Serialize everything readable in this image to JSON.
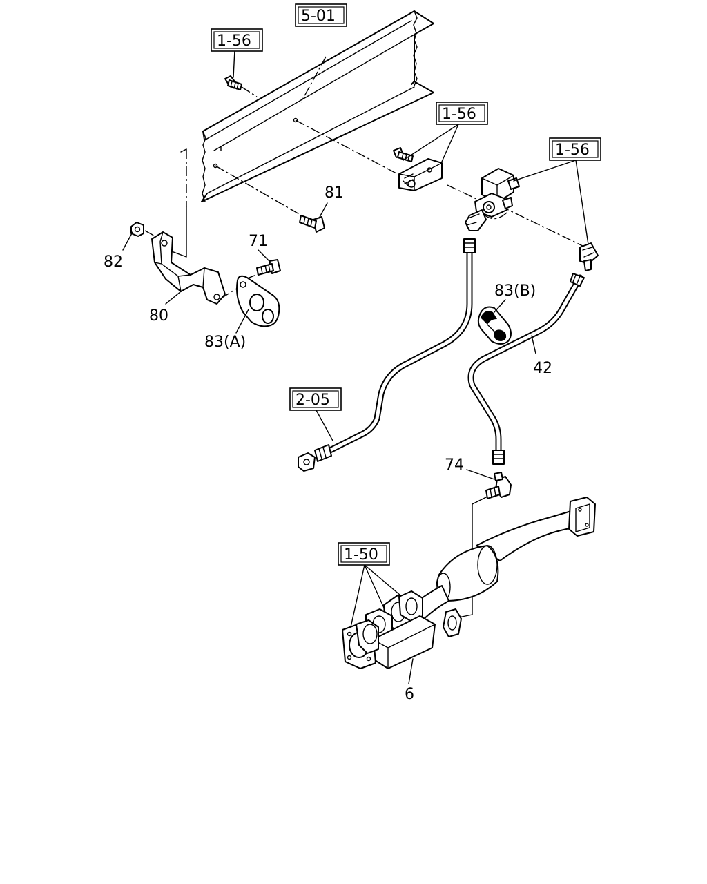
{
  "references": {
    "frame": "5-01",
    "bolt_top": "1-56",
    "bracket_mid": "1-56",
    "valve_right": "1-56",
    "hose_ref": "2-05",
    "exhaust_ref": "1-50"
  },
  "parts": {
    "p82": "82",
    "p80": "80",
    "p71": "71",
    "p83a": "83(A)",
    "p81": "81",
    "p83b": "83(B)",
    "p42": "42",
    "p74": "74",
    "p6": "6"
  }
}
